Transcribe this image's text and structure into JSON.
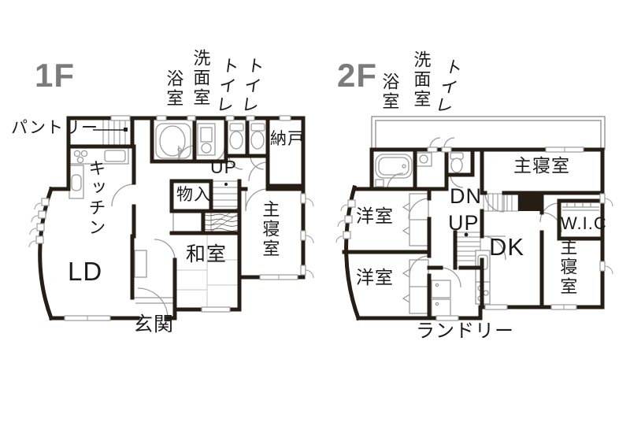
{
  "colors": {
    "background": "#ffffff",
    "wall": "#261d14",
    "fixture_line": "#9b9b9b",
    "floor_title": "#7b7b7b",
    "label_text": "#1a1a1a"
  },
  "floor1": {
    "title": "1F",
    "labels": {
      "pantry": "パントリー",
      "bath": "浴室",
      "washroom": "洗面室",
      "toilet_a": "トイレ",
      "toilet_b": "トイレ",
      "storeroom": "納戸",
      "stairs_up": "UP",
      "closet": "物入",
      "kitchen": "キッチン",
      "main_bedroom": "主寝室",
      "japanese_room": "和室",
      "living_dining": "LD",
      "entrance": "玄関"
    }
  },
  "floor2": {
    "title": "2F",
    "labels": {
      "bath": "浴室",
      "washroom": "洗面室",
      "toilet": "トイレ",
      "main_bedroom_north": "主寝室",
      "stairs_down": "DN",
      "stairs_up": "UP",
      "western_room_north": "洋室",
      "western_room_south": "洋室",
      "walk_in_closet": "W.I.C",
      "dining_kitchen": "DK",
      "main_bedroom_south": "主寝室",
      "laundry": "ランドリー"
    }
  }
}
